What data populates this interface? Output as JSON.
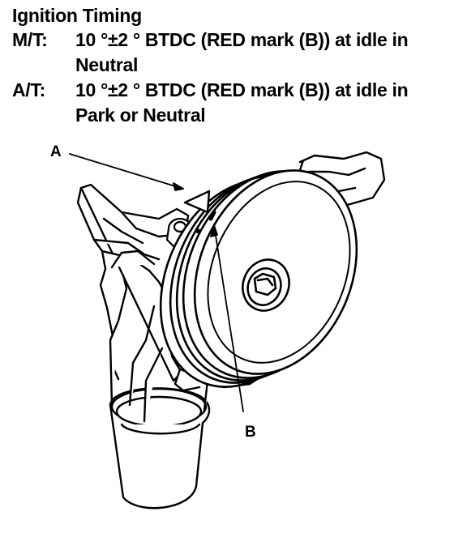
{
  "document": {
    "title": "Ignition Timing",
    "specs": [
      {
        "label": "M/T:",
        "line1": "10 °±2 ° BTDC (RED mark (B)) at idle in",
        "line2": "Neutral"
      },
      {
        "label": "A/T:",
        "line1": "10 °±2 ° BTDC (RED mark (B)) at idle in",
        "line2": "Park or Neutral"
      }
    ]
  },
  "figure": {
    "callouts": {
      "a": "A",
      "b": "B"
    }
  }
}
